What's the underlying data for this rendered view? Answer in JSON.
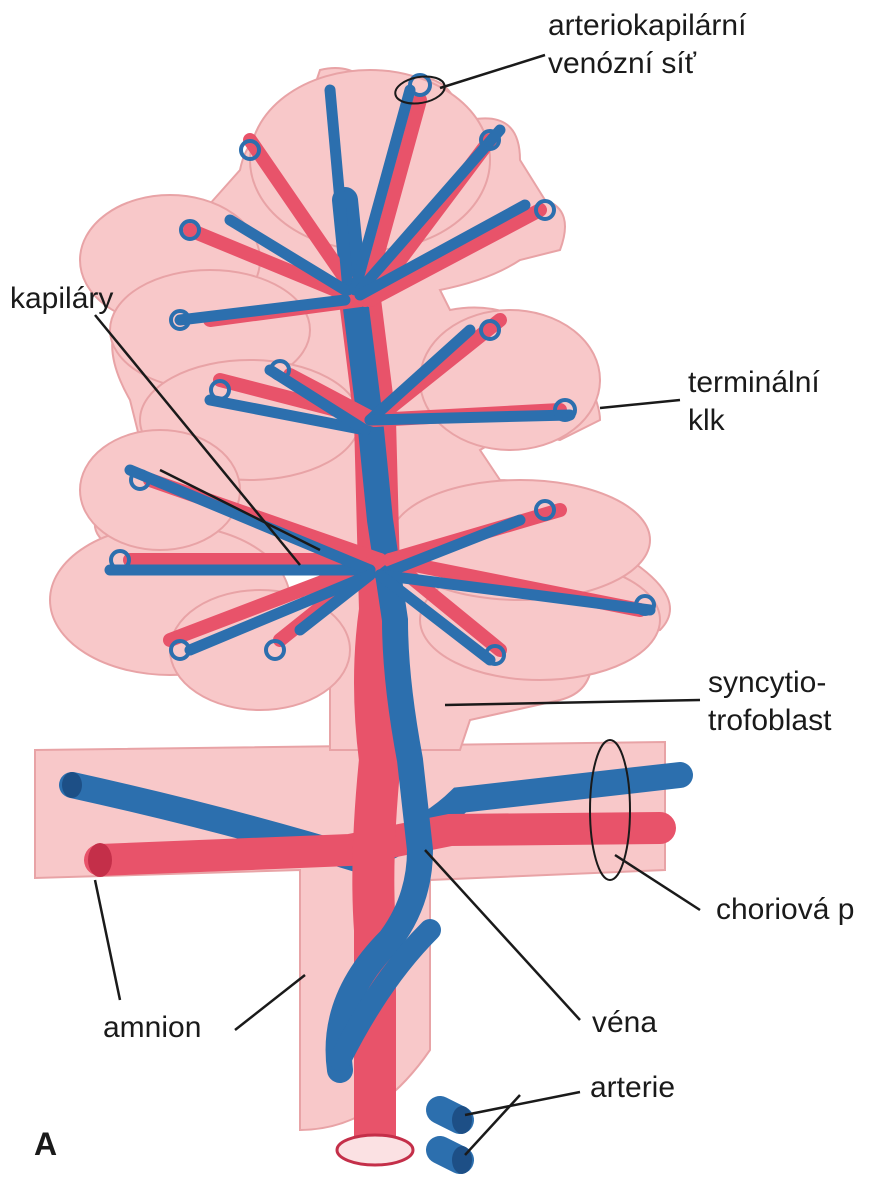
{
  "labels": {
    "arterio_line1": "arteriokapilární",
    "arterio_line2": "venózní síť",
    "kapilary": "kapiláry",
    "terminalni_line1": "terminální",
    "terminalni_line2": "klk",
    "syncytio_line1": "syncytio-",
    "syncytio_line2": "trofoblast",
    "choriova": "choriová p",
    "amnion": "amnion",
    "vena": "véna",
    "arterie": "arterie",
    "panel": "A"
  },
  "colors": {
    "tissue_fill": "#f8c8c9",
    "tissue_outline": "#e8a3a6",
    "artery": "#e8536a",
    "artery_dark": "#c42f49",
    "vein": "#2c6fae",
    "vein_dark": "#1d4f86",
    "leader": "#1a1a1a",
    "text": "#1a1a1a"
  }
}
